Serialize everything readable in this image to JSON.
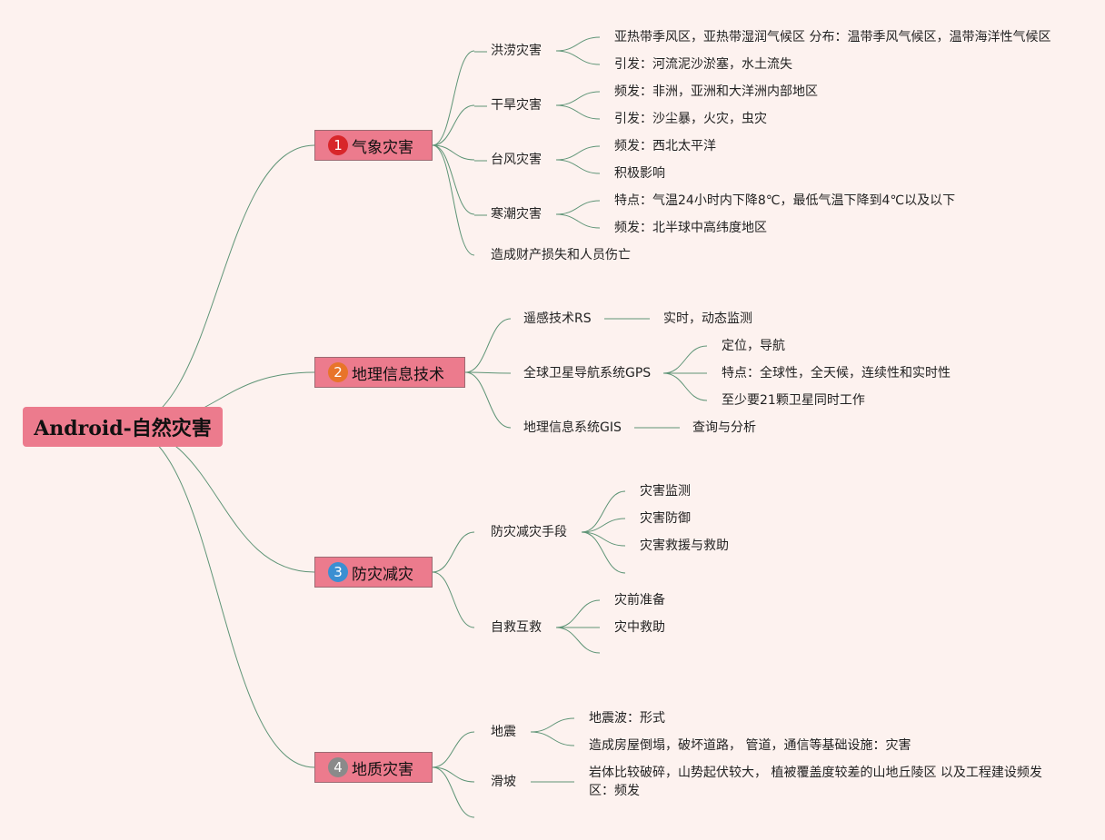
{
  "root": "Android-自然灾害",
  "colors": {
    "background": "#fdf2ef",
    "node": "#ec7b8d",
    "line": "#5e9476",
    "badge1": "#d8262a",
    "badge2": "#e8742a",
    "badge3": "#3b8fd2",
    "badge4": "#8a8a8a"
  },
  "cats": [
    {
      "num": "1",
      "label": "气象灾害"
    },
    {
      "num": "2",
      "label": "地理信息技术"
    },
    {
      "num": "3",
      "label": "防灾减灾"
    },
    {
      "num": "4",
      "label": "地质灾害"
    }
  ],
  "c1": {
    "flood": "洪涝灾害",
    "flood_1": "亚热带季风区，亚热带湿润气候区 分布：温带季风气候区，温带海洋性气候区",
    "flood_2": "引发：河流泥沙淤塞，水土流失",
    "drought": "干旱灾害",
    "drought_1": "频发：非洲，亚洲和大洋洲内部地区",
    "drought_2": "引发：沙尘暴，火灾，虫灾",
    "typhoon": "台风灾害",
    "typhoon_1": "频发：西北太平洋",
    "typhoon_2": "积极影响",
    "cold": "寒潮灾害",
    "cold_1": "特点：气温24小时内下降8℃，最低气温下降到4℃以及以下",
    "cold_2": "频发：北半球中高纬度地区",
    "loss": "造成财产损失和人员伤亡"
  },
  "c2": {
    "rs": "遥感技术RS",
    "rs_1": "实时，动态监测",
    "gps": "全球卫星导航系统GPS",
    "gps_1": "定位，导航",
    "gps_2": "特点：全球性，全天候，连续性和实时性",
    "gps_3": "至少要21颗卫星同时工作",
    "gis": "地理信息系统GIS",
    "gis_1": "查询与分析"
  },
  "c3": {
    "means": "防灾减灾手段",
    "means_1": "灾害监测",
    "means_2": "灾害防御",
    "means_3": "灾害救援与救助",
    "self": "自救互救",
    "self_1": "灾前准备",
    "self_2": "灾中救助"
  },
  "c4": {
    "quake": "地震",
    "quake_1": "地震波：形式",
    "quake_2": "造成房屋倒塌，破坏道路， 管道，通信等基础设施：灾害",
    "slide": "滑坡",
    "slide_1": "岩体比较破碎，山势起伏较大， 植被覆盖度较差的山地丘陵区 以及工程建设频发区：频发"
  }
}
